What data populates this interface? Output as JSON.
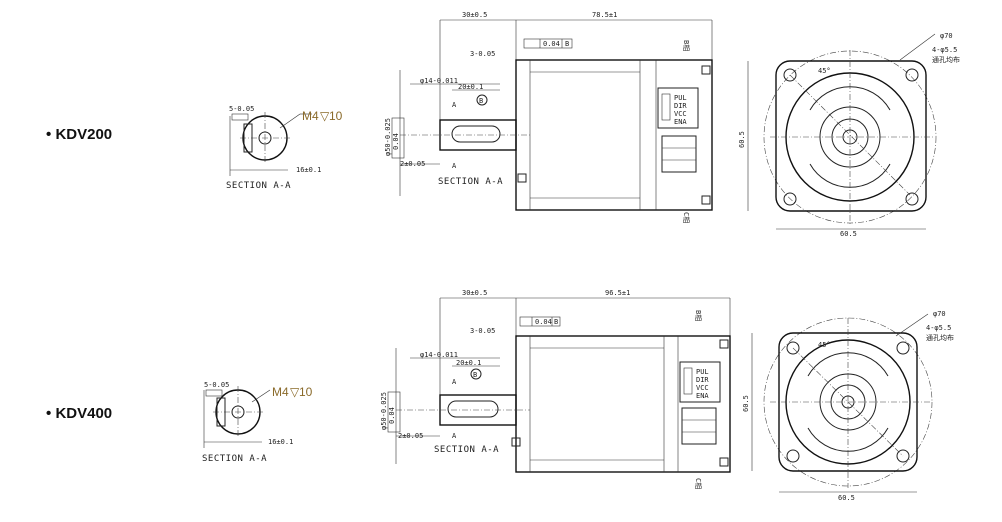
{
  "models": [
    {
      "name": "KDV200",
      "section_label": "SECTION A-A",
      "shaft_section_label": "SECTION A-A",
      "thread_label": "M4",
      "thread_depth": "10",
      "key_tol": "5-0.05",
      "shaft_offset": "16±0.1",
      "flange_len": "30±0.5",
      "body_len": "78.5±1",
      "step_len": "3-0.05",
      "gdt_value": "0.04",
      "gdt_ref": "B",
      "shaft_dia": "φ14-0.011",
      "key_len": "20±0.1",
      "datum_b": "B",
      "section_a": "A",
      "pilot_dia": "φ50-0.025",
      "gdt_pilot": "0.04",
      "shaft_step": "2±0.05",
      "bolt_circle": "φ70",
      "holes": "4-φ5.5",
      "holes_note": "通孔均布",
      "angle": "45°",
      "square_v": "60.5",
      "square_h": "60.5",
      "connector_pins": [
        "PUL",
        "DIR",
        "VCC",
        "ENA"
      ],
      "cable_top": "B相",
      "cable_bot": "C相"
    },
    {
      "name": "KDV400",
      "section_label": "SECTION A-A",
      "shaft_section_label": "SECTION A-A",
      "thread_label": "M4",
      "thread_depth": "10",
      "key_tol": "5-0.05",
      "shaft_offset": "16±0.1",
      "flange_len": "30±0.5",
      "body_len": "96.5±1",
      "step_len": "3-0.05",
      "gdt_value": "0.04",
      "gdt_ref": "B",
      "shaft_dia": "φ14-0.011",
      "key_len": "20±0.1",
      "datum_b": "B",
      "section_a": "A",
      "pilot_dia": "φ50-0.025",
      "gdt_pilot": "0.04",
      "shaft_step": "2±0.05",
      "bolt_circle": "φ70",
      "holes": "4-φ5.5",
      "holes_note": "通孔均布",
      "angle": "45°",
      "square_v": "60.5",
      "square_h": "60.5",
      "connector_pins": [
        "PUL",
        "DIR",
        "VCC",
        "ENA"
      ],
      "cable_top": "B相",
      "cable_bot": "C相"
    }
  ]
}
